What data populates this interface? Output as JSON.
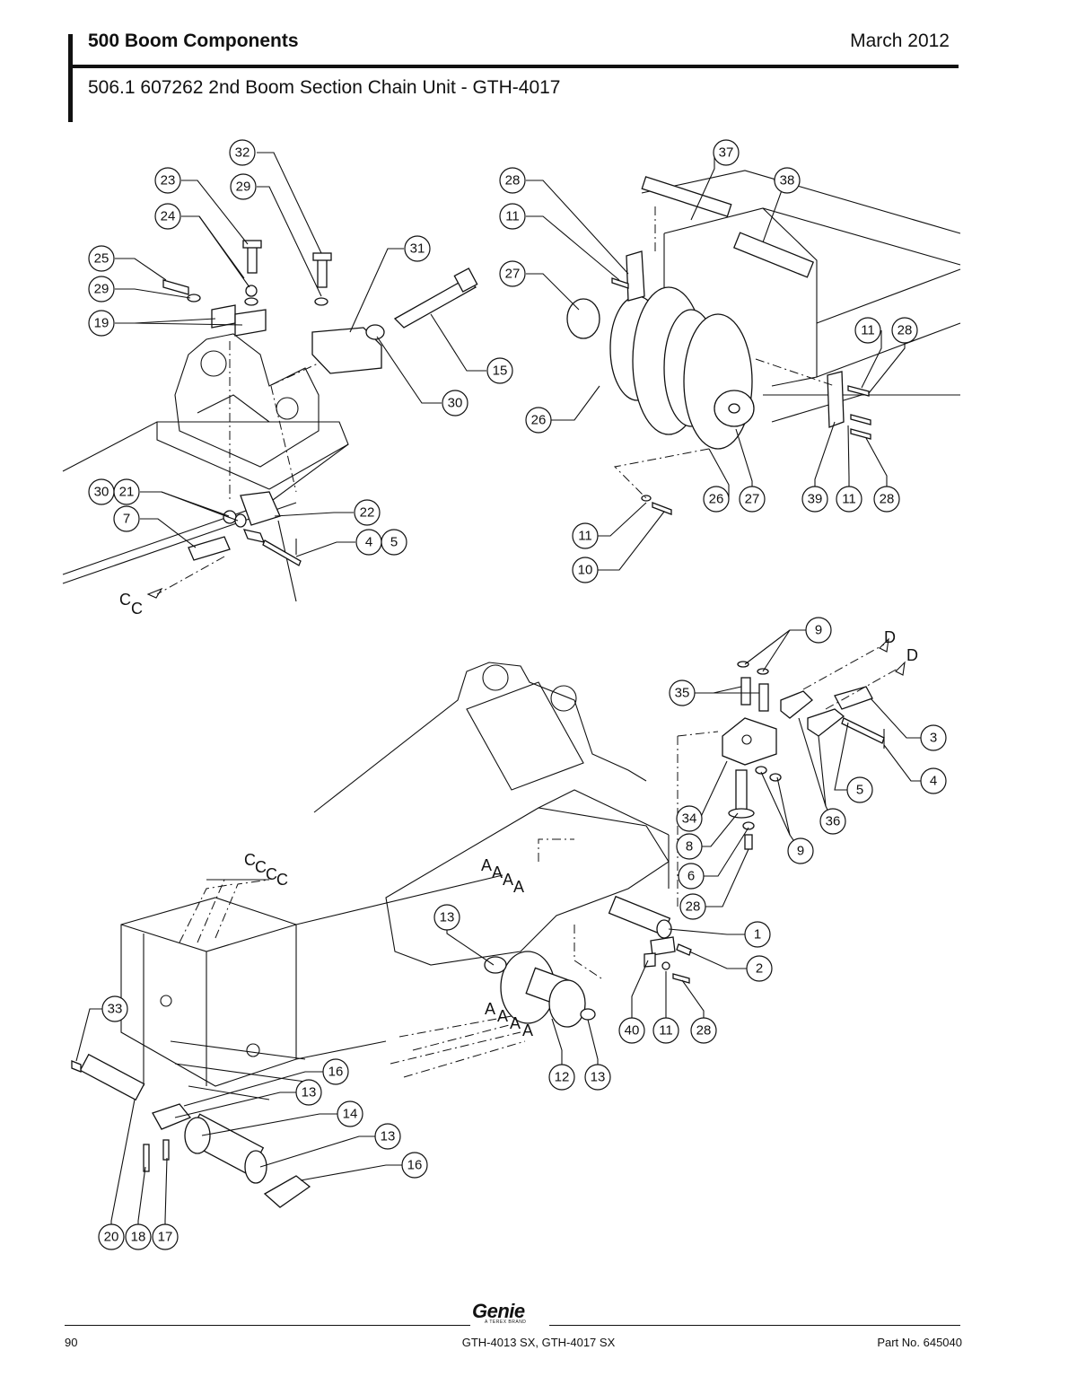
{
  "header": {
    "section_title": "500 Boom Components",
    "date": "March 2012",
    "document_title": "506.1 607262 2nd Boom Section Chain Unit - GTH-4017"
  },
  "diagram": {
    "callouts": [
      "32",
      "23",
      "29",
      "24",
      "25",
      "29",
      "19",
      "31",
      "15",
      "30",
      "30",
      "21",
      "7",
      "22",
      "4",
      "5",
      "37",
      "38",
      "28",
      "11",
      "27",
      "26",
      "11",
      "28",
      "26",
      "27",
      "39",
      "11",
      "28",
      "11",
      "10",
      "9",
      "35",
      "3",
      "4",
      "5",
      "36",
      "34",
      "8",
      "9",
      "6",
      "28",
      "13",
      "1",
      "2",
      "40",
      "11",
      "28",
      "12",
      "13",
      "33",
      "16",
      "13",
      "14",
      "13",
      "16",
      "20",
      "18",
      "17"
    ],
    "flow_labels": [
      "C",
      "C",
      "D",
      "D",
      "C",
      "C",
      "C",
      "C",
      "A",
      "A",
      "A",
      "A",
      "A",
      "A",
      "A",
      "A"
    ]
  },
  "footer": {
    "logo_text": "Genie",
    "logo_tagline": "A TEREX BRAND",
    "page_number": "90",
    "models": "GTH-4013 SX, GTH-4017 SX",
    "part_number": "Part No. 645040"
  }
}
